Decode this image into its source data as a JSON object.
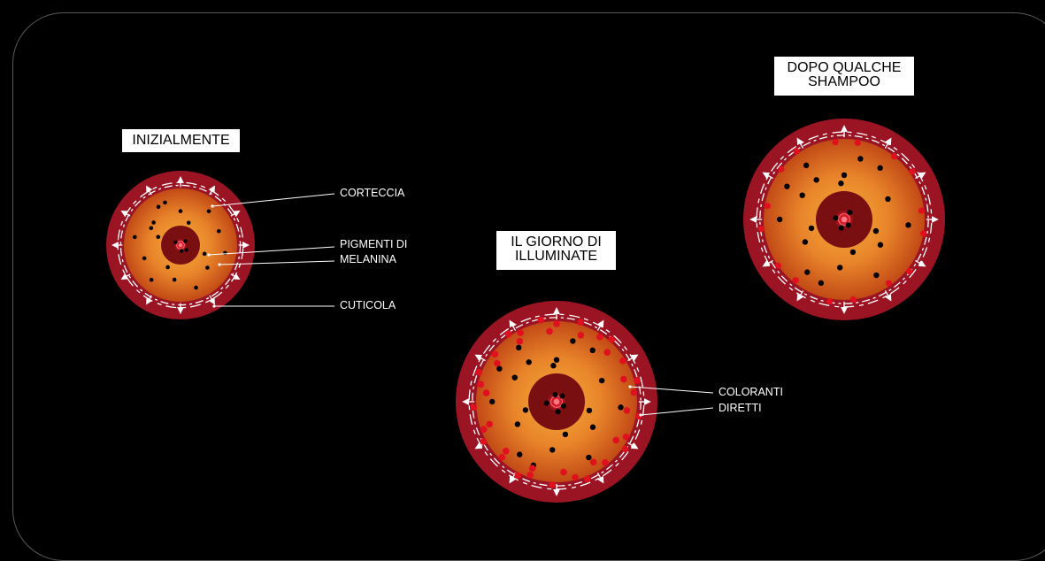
{
  "colors": {
    "background": "#000000",
    "cuticle": "#9b1424",
    "cortex_outer": "#d45f1c",
    "cortex_inner": "#f5a033",
    "medulla": "#7a0f12",
    "medulla_core": "#e8303a",
    "melanin": "#000000",
    "direct_dye": "#e0101e",
    "frame_border": "#5a5a5a"
  },
  "stages": [
    {
      "id": "initial",
      "title_lines": [
        "INIZIALMENTE"
      ]
    },
    {
      "id": "illuminate_day",
      "title_lines": [
        "IL GIORNO DI",
        "ILLUMINATE"
      ]
    },
    {
      "id": "after_shampoo",
      "title_lines": [
        "DOPO QUALCHE",
        "SHAMPOO"
      ]
    }
  ],
  "labels": {
    "cortex": "CORTECCIA",
    "melanin_line1": "PIGMENTI DI",
    "melanin_line2": "MELANINA",
    "cuticle": "CUTICOLA",
    "dyes_line1": "COLORANTI",
    "dyes_line2": "DIRETTI"
  }
}
